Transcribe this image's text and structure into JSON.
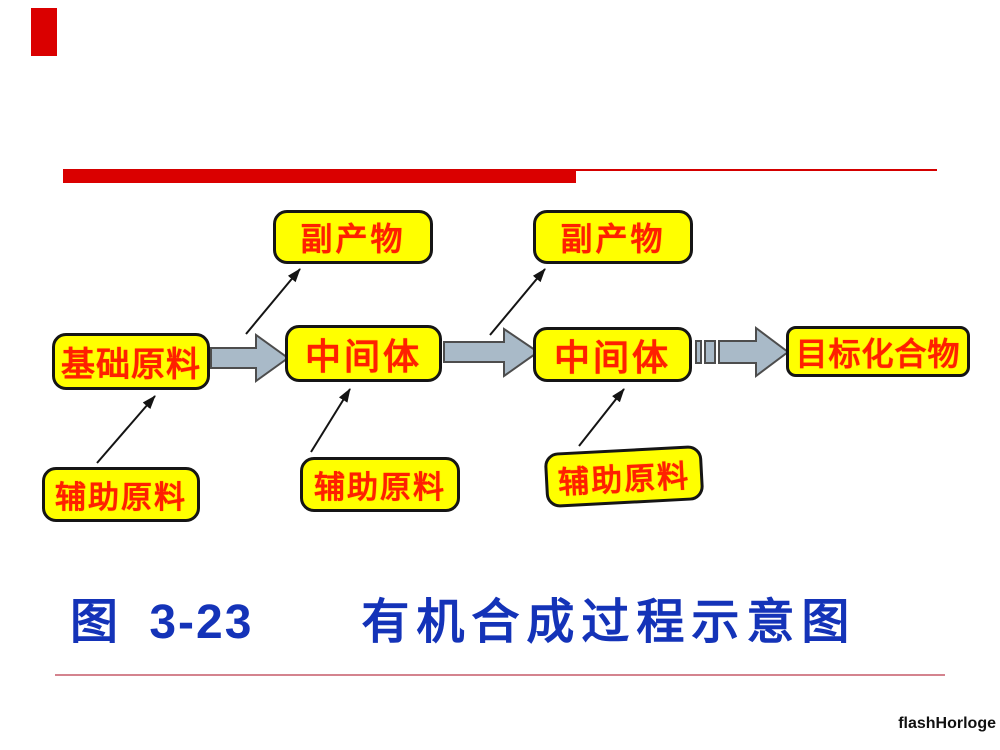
{
  "slide": {
    "decor": {
      "corner_square_color": "#da0000",
      "top_bar_color": "#da0000",
      "bottom_line_color": "#d4838e"
    },
    "colors": {
      "box_fill": "#ffff00",
      "box_text_red": "#ff2000",
      "block_arrow_fill": "#a9bac8",
      "title_blue": "#1433b8"
    },
    "boxes": {
      "byproduct1": {
        "label": "副产物"
      },
      "byproduct2": {
        "label": "副产物"
      },
      "base_material": {
        "label": "基础原料"
      },
      "intermediate1": {
        "label": "中间体"
      },
      "intermediate2": {
        "label": "中间体"
      },
      "target_compound": {
        "label": "目标化合物"
      },
      "aux1": {
        "label": "辅助原料"
      },
      "aux2": {
        "label": "辅助原料"
      },
      "aux3": {
        "label": "辅助原料"
      }
    },
    "caption": {
      "figure_label": "图 3-23",
      "figure_title": "有机合成过程示意图"
    },
    "watermark": "flashHorloge"
  }
}
